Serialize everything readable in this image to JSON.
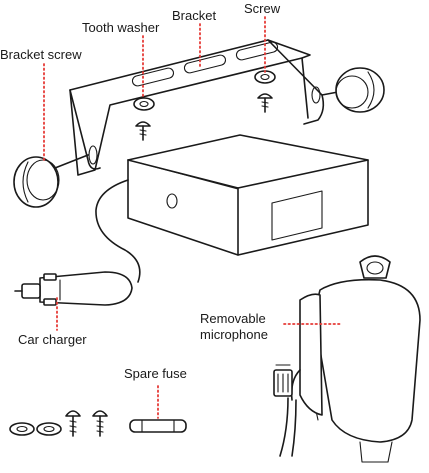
{
  "labels": {
    "bracket_screw": "Bracket screw",
    "tooth_washer": "Tooth washer",
    "bracket": "Bracket",
    "screw": "Screw",
    "car_charger": "Car charger",
    "removable_microphone_line1": "Removable",
    "removable_microphone_line2": "microphone",
    "spare_fuse": "Spare fuse"
  },
  "colors": {
    "leader_lines": "#e53935",
    "outline": "#1a1a1a",
    "background": "#ffffff"
  }
}
